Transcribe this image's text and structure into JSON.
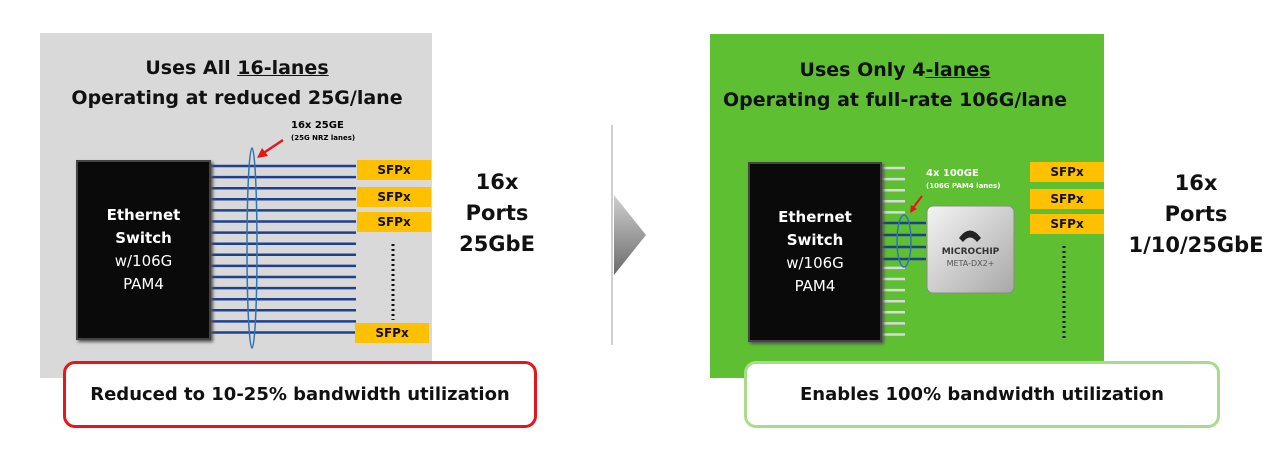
{
  "left": {
    "title_line1_prefix": "Uses All ",
    "title_line1_underlined": "16-lanes",
    "title_line2": "Operating at reduced 25G/lane",
    "switch": {
      "line1": "Ethernet",
      "line2": "Switch",
      "line3": "w/106G",
      "line4": "PAM4"
    },
    "annotation": "16x 25GE",
    "annotation_sub": "(25G NRZ lanes)",
    "sfp_labels": [
      "SFPx",
      "SFPx",
      "SFPx",
      "SFPx"
    ],
    "ports": {
      "line1": "16x",
      "line2": "Ports",
      "line3": "25GbE"
    },
    "callout": "Reduced to 10-25% bandwidth utilization"
  },
  "right": {
    "title_line1_prefix": "Uses Only 4",
    "title_line1_underlined": "-lanes",
    "title_line2": "Operating at full-rate 106G/lane",
    "switch": {
      "line1": "Ethernet",
      "line2": "Switch",
      "line3": "w/106G",
      "line4": "PAM4"
    },
    "annotation": "4x 100GE",
    "annotation_sub": "(106G PAM4 lanes)",
    "chip_brand": "MICROCHIP",
    "chip_model": "META-DX2+",
    "sfp_labels": [
      "SFPx",
      "SFPx",
      "SFPx"
    ],
    "ports": {
      "line1": "16x",
      "line2": "Ports",
      "line3": "1/10/25GbE"
    },
    "callout": "Enables 100% bandwidth utilization"
  },
  "colors": {
    "left_bg": "#d9d9d9",
    "right_bg": "#5fbf32",
    "sfp": "#ffc000",
    "lane": "#1f3f8f",
    "red": "#e8141c",
    "light_green": "#a9dc8a"
  }
}
